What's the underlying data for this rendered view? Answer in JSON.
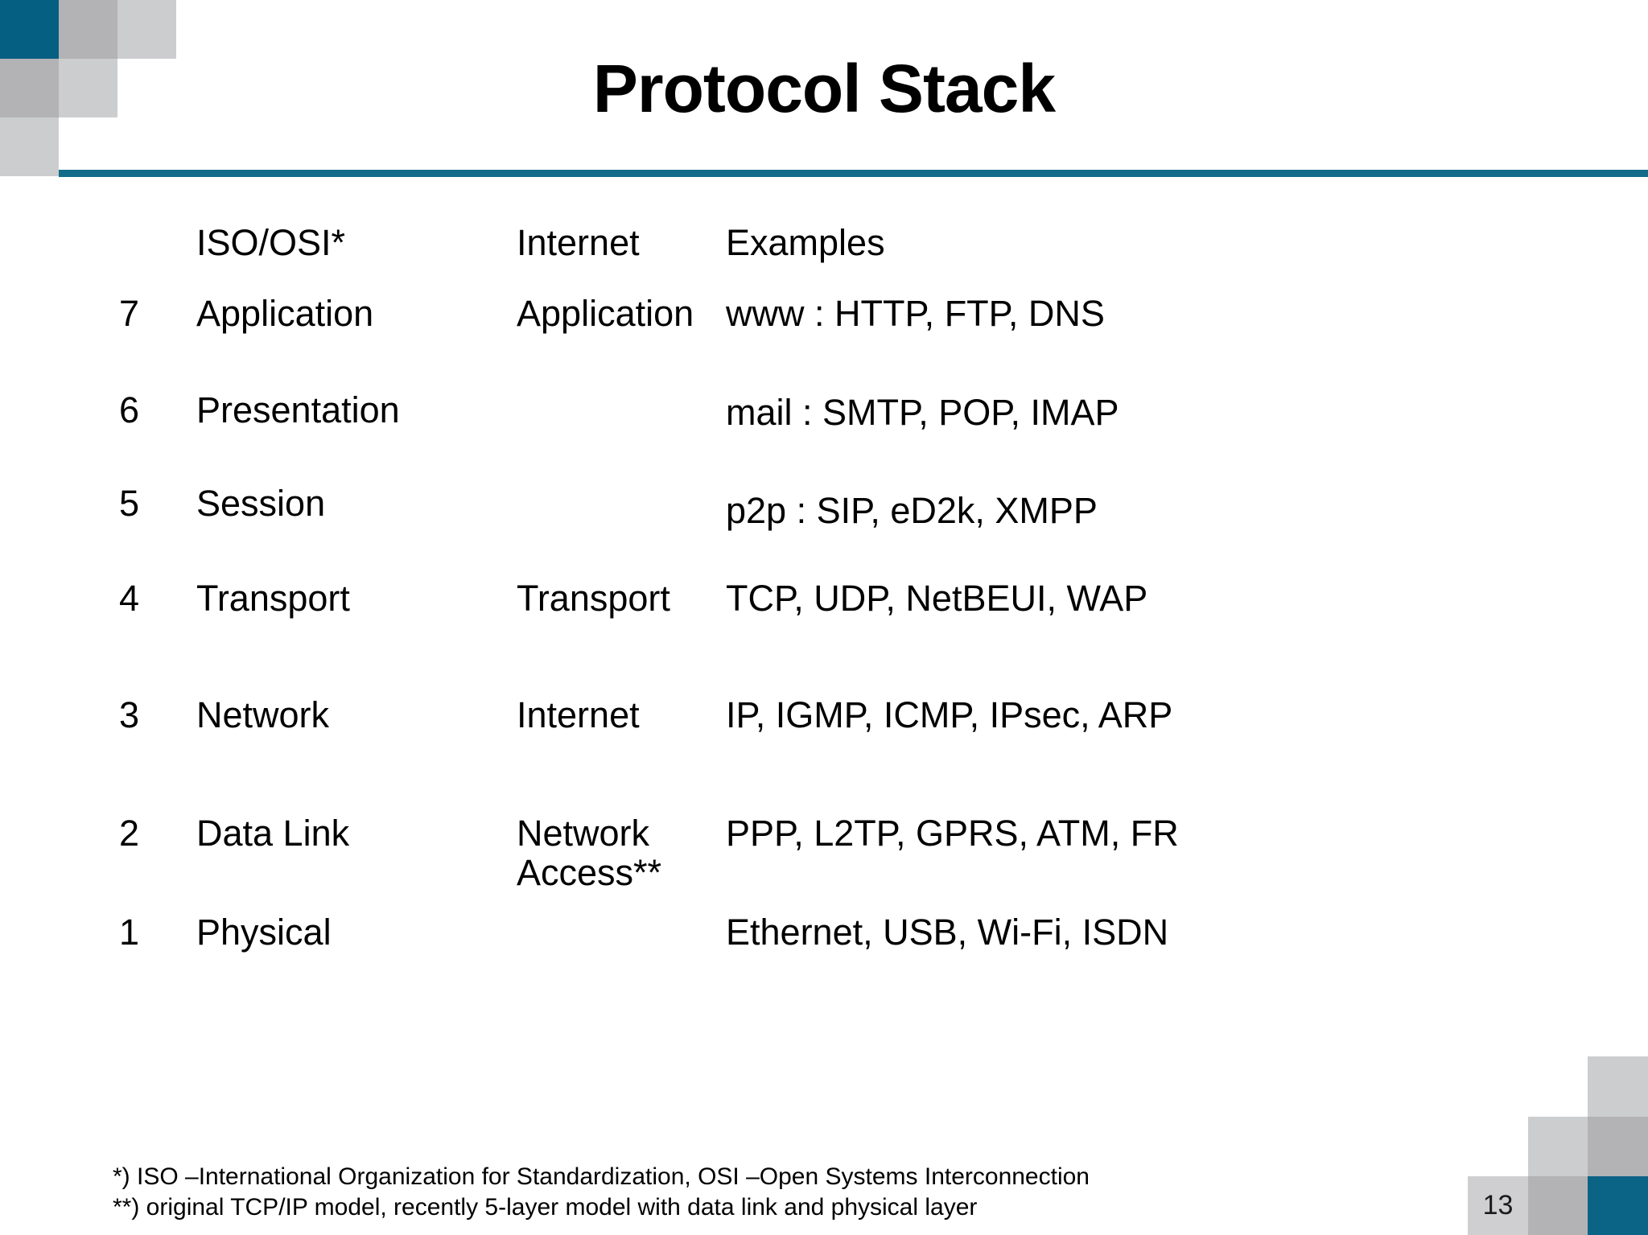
{
  "slide": {
    "title": "Protocol Stack",
    "page_number": "13",
    "accent_color": "#136C8A",
    "block_color_blue": "#045F82",
    "block_color_mid": "#b3b3b5",
    "block_color_light": "#cccdcf",
    "border_color": "#b3b3b5"
  },
  "table": {
    "headers": {
      "number": "",
      "iso_osi": "ISO/OSI*",
      "internet": "Internet",
      "examples": "Examples"
    },
    "rows": [
      {
        "number": "7",
        "iso_osi": "Application",
        "internet": "Application",
        "examples": "www : HTTP, FTP, DNS"
      },
      {
        "number": "6",
        "iso_osi": "Presentation",
        "internet": "",
        "examples": "mail : SMTP, POP, IMAP"
      },
      {
        "number": "5",
        "iso_osi": "Session",
        "internet": "",
        "examples": "p2p : SIP, eD2k, XMPP"
      },
      {
        "number": "4",
        "iso_osi": "Transport",
        "internet": "Transport",
        "examples": "TCP, UDP, NetBEUI, WAP"
      },
      {
        "number": "3",
        "iso_osi": "Network",
        "internet": "Internet",
        "examples": "IP, IGMP, ICMP, IPsec, ARP"
      },
      {
        "number": "2",
        "iso_osi": "Data Link",
        "internet": "Network",
        "internet_line2": "Access**",
        "examples": "PPP, L2TP, GPRS, ATM, FR"
      },
      {
        "number": "1",
        "iso_osi": "Physical",
        "internet": "",
        "examples": "Ethernet, USB, Wi-Fi, ISDN"
      }
    ]
  },
  "footnotes": {
    "line1": "*) ISO –International Organization for Standardization, OSI –Open Systems Interconnection",
    "line2": "**) original TCP/IP model, recently 5-layer model with data link and physical layer"
  }
}
